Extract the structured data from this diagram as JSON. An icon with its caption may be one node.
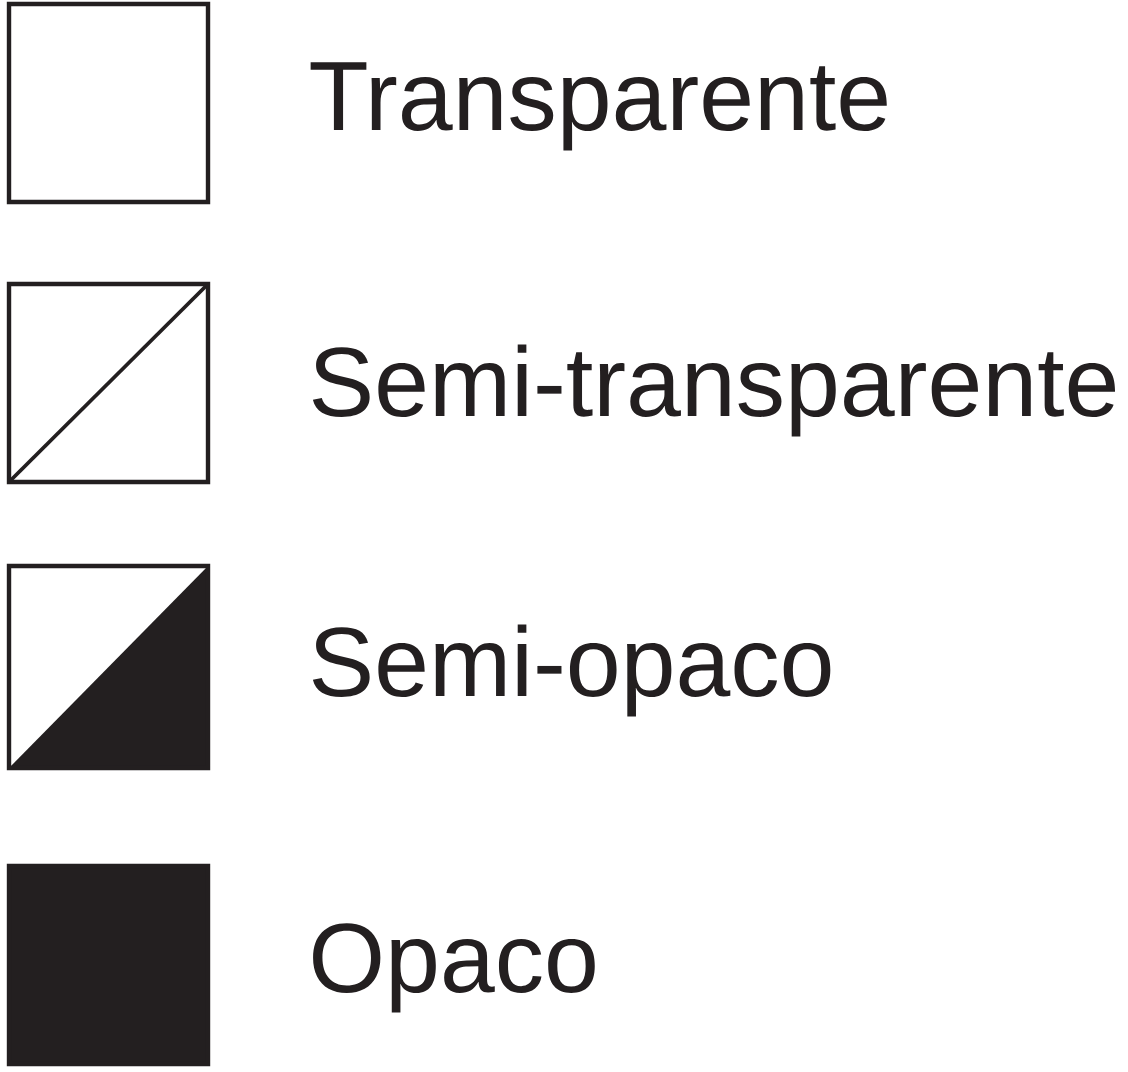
{
  "diagram": {
    "legend": [
      {
        "text": "Transparente"
      },
      {
        "text": "Semi-transparente"
      },
      {
        "text": "Semi-opaco"
      },
      {
        "text": "Opaco",
        "color": "#231f20"
      }
    ]
  }
}
